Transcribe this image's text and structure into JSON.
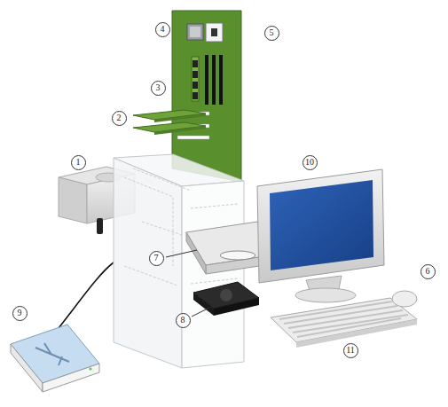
{
  "diagram": {
    "labels": [
      "4",
      "5",
      "3",
      "2",
      "1",
      "10",
      "7",
      "6",
      "8",
      "9",
      "11"
    ]
  }
}
